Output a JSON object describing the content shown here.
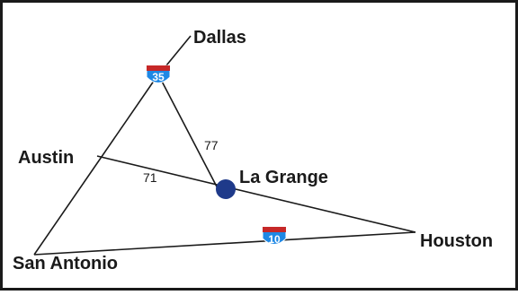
{
  "map": {
    "cities": {
      "dallas": "Dallas",
      "austin": "Austin",
      "la_grange": "La Grange",
      "houston": "Houston",
      "san_antonio": "San Antonio"
    },
    "routes": {
      "interstate_35": "35",
      "interstate_10": "10",
      "highway_77": "77",
      "highway_71": "71"
    },
    "colors": {
      "border": "#1a1a1a",
      "road": "#1a1a1a",
      "la_grange_marker": "#1f3a8a",
      "shield_top": "#c62828",
      "shield_body": "#1e88e5"
    },
    "icons": {
      "interstate_shield": "interstate-shield-icon",
      "city_marker": "city-marker-icon"
    }
  }
}
